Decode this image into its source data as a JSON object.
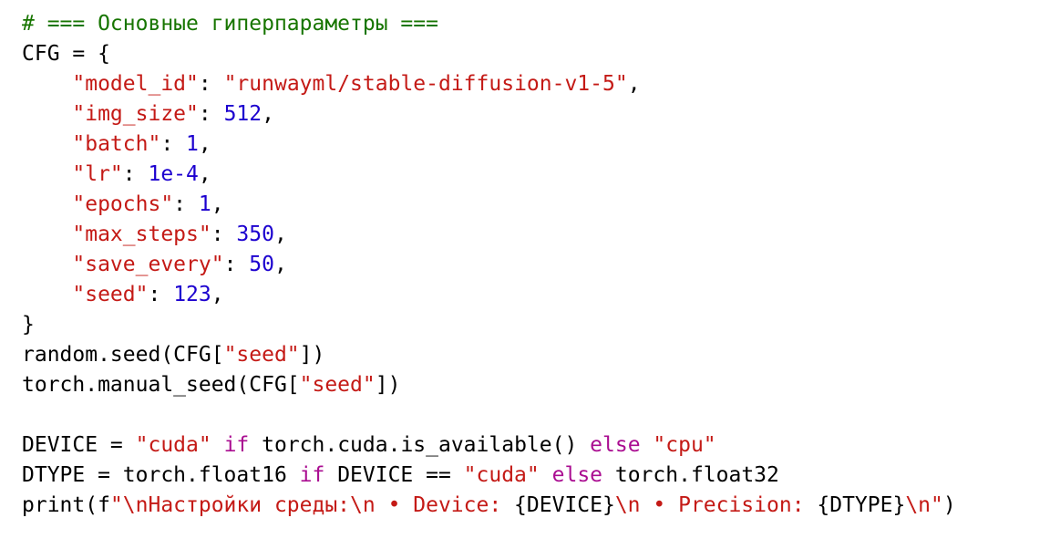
{
  "editor": {
    "background": "#ffffff",
    "colors": {
      "plain": "#000000",
      "comment": "#177500",
      "string": "#c41a16",
      "number": "#1c00cf",
      "keyword": "#aa0d91"
    },
    "lines": [
      {
        "tokens": [
          {
            "t": "# === Основные гиперпараметры ===",
            "c": "comment"
          }
        ]
      },
      {
        "tokens": [
          {
            "t": "CFG = {",
            "c": "plain"
          }
        ]
      },
      {
        "tokens": [
          {
            "t": "    ",
            "c": "plain"
          },
          {
            "t": "\"model_id\"",
            "c": "string"
          },
          {
            "t": ": ",
            "c": "plain"
          },
          {
            "t": "\"runwayml/stable-diffusion-v1-5\"",
            "c": "string"
          },
          {
            "t": ",",
            "c": "plain"
          }
        ]
      },
      {
        "tokens": [
          {
            "t": "    ",
            "c": "plain"
          },
          {
            "t": "\"img_size\"",
            "c": "string"
          },
          {
            "t": ": ",
            "c": "plain"
          },
          {
            "t": "512",
            "c": "number"
          },
          {
            "t": ",",
            "c": "plain"
          }
        ]
      },
      {
        "tokens": [
          {
            "t": "    ",
            "c": "plain"
          },
          {
            "t": "\"batch\"",
            "c": "string"
          },
          {
            "t": ": ",
            "c": "plain"
          },
          {
            "t": "1",
            "c": "number"
          },
          {
            "t": ",",
            "c": "plain"
          }
        ]
      },
      {
        "tokens": [
          {
            "t": "    ",
            "c": "plain"
          },
          {
            "t": "\"lr\"",
            "c": "string"
          },
          {
            "t": ": ",
            "c": "plain"
          },
          {
            "t": "1e-4",
            "c": "number"
          },
          {
            "t": ",",
            "c": "plain"
          }
        ]
      },
      {
        "tokens": [
          {
            "t": "    ",
            "c": "plain"
          },
          {
            "t": "\"epochs\"",
            "c": "string"
          },
          {
            "t": ": ",
            "c": "plain"
          },
          {
            "t": "1",
            "c": "number"
          },
          {
            "t": ",",
            "c": "plain"
          }
        ]
      },
      {
        "tokens": [
          {
            "t": "    ",
            "c": "plain"
          },
          {
            "t": "\"max_steps\"",
            "c": "string"
          },
          {
            "t": ": ",
            "c": "plain"
          },
          {
            "t": "350",
            "c": "number"
          },
          {
            "t": ",",
            "c": "plain"
          }
        ]
      },
      {
        "tokens": [
          {
            "t": "    ",
            "c": "plain"
          },
          {
            "t": "\"save_every\"",
            "c": "string"
          },
          {
            "t": ": ",
            "c": "plain"
          },
          {
            "t": "50",
            "c": "number"
          },
          {
            "t": ",",
            "c": "plain"
          }
        ]
      },
      {
        "tokens": [
          {
            "t": "    ",
            "c": "plain"
          },
          {
            "t": "\"seed\"",
            "c": "string"
          },
          {
            "t": ": ",
            "c": "plain"
          },
          {
            "t": "123",
            "c": "number"
          },
          {
            "t": ",",
            "c": "plain"
          }
        ]
      },
      {
        "tokens": [
          {
            "t": "}",
            "c": "plain"
          }
        ]
      },
      {
        "tokens": [
          {
            "t": "random.seed(CFG[",
            "c": "plain"
          },
          {
            "t": "\"seed\"",
            "c": "string"
          },
          {
            "t": "])",
            "c": "plain"
          }
        ]
      },
      {
        "tokens": [
          {
            "t": "torch.manual_seed(CFG[",
            "c": "plain"
          },
          {
            "t": "\"seed\"",
            "c": "string"
          },
          {
            "t": "])",
            "c": "plain"
          }
        ]
      },
      {
        "tokens": []
      },
      {
        "tokens": [
          {
            "t": "DEVICE = ",
            "c": "plain"
          },
          {
            "t": "\"cuda\"",
            "c": "string"
          },
          {
            "t": " ",
            "c": "plain"
          },
          {
            "t": "if",
            "c": "keyword"
          },
          {
            "t": " torch.cuda.is_available() ",
            "c": "plain"
          },
          {
            "t": "else",
            "c": "keyword"
          },
          {
            "t": " ",
            "c": "plain"
          },
          {
            "t": "\"cpu\"",
            "c": "string"
          }
        ]
      },
      {
        "tokens": [
          {
            "t": "DTYPE = torch.float16 ",
            "c": "plain"
          },
          {
            "t": "if",
            "c": "keyword"
          },
          {
            "t": " DEVICE == ",
            "c": "plain"
          },
          {
            "t": "\"cuda\"",
            "c": "string"
          },
          {
            "t": " ",
            "c": "plain"
          },
          {
            "t": "else",
            "c": "keyword"
          },
          {
            "t": " torch.float32",
            "c": "plain"
          }
        ]
      },
      {
        "tokens": [
          {
            "t": "print(f",
            "c": "plain"
          },
          {
            "t": "\"\\nНастройки среды:\\n • Device: ",
            "c": "string"
          },
          {
            "t": "{DEVICE}",
            "c": "plain"
          },
          {
            "t": "\\n • Precision: ",
            "c": "string"
          },
          {
            "t": "{DTYPE}",
            "c": "plain"
          },
          {
            "t": "\\n\"",
            "c": "string"
          },
          {
            "t": ")",
            "c": "plain"
          }
        ]
      }
    ]
  }
}
